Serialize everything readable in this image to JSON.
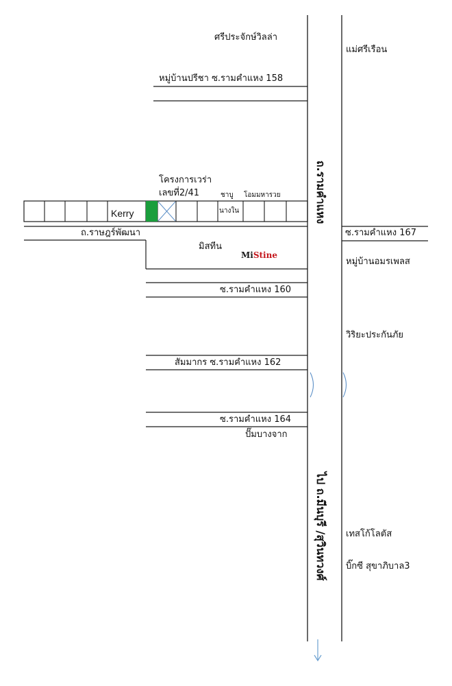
{
  "places": {
    "sri_prachak": "ศรีประจักษ์วิลล่า",
    "mae_sri_ruen": "แม่ศรีเรือน",
    "moo_ban_preecha": "หมู่บ้านปรีชา ซ.รามคำแหง 158",
    "project_name": "โครงการเวร่า",
    "project_no": "เลขที่2/41",
    "shabu": "ชาบู",
    "nang_nai": "นางใน",
    "o_mom": "โอมมหารวย",
    "kerry": "Kerry",
    "rat_road": "ถ.ราษฎร์พัฒนา",
    "soi_167": "ซ.รามคำแหง 167",
    "mistine_shop": "มิสทีน",
    "mistine_logo_a": "Mi",
    "mistine_logo_b": "Stine",
    "moo_ban_amorn": "หมู่บ้านอมรเพลส",
    "soi_160": "ซ.รามคำแหง 160",
    "wiriya": "วิริยะประกันภัย",
    "soi_162": "สัมมากร ซ.รามคำแหง 162",
    "soi_164": "ซ.รามคำแหง 164",
    "pump": "ปั๊มบางจาก",
    "tesco": "เทสโก้โลตัส",
    "bigc": "บิ๊กซี สุขาภิบาล3",
    "ramkhamhaeng_road": "ถ.รามคำแหง",
    "to_minburi": "ไป ถ.มีนบุรี /สุวินทวงศ์"
  },
  "colors": {
    "line": "#1a1a1a",
    "marker_green": "#1a9e3c",
    "cross_blue": "#5b8fc7",
    "arrow_blue": "#6a9fd0"
  }
}
